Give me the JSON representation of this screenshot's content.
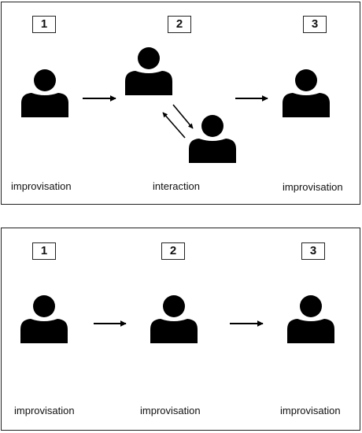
{
  "panels": [
    {
      "steps": [
        "1",
        "2",
        "3"
      ],
      "labels": [
        "improvisation",
        "interaction",
        "improvisation"
      ]
    },
    {
      "steps": [
        "1",
        "2",
        "3"
      ],
      "labels": [
        "improvisation",
        "improvisation",
        "improvisation"
      ]
    }
  ],
  "icons": {
    "person": "person-icon",
    "arrow": "arrow-right-icon"
  },
  "colors": {
    "ink": "#000000",
    "border": "#222222",
    "background": "#ffffff"
  }
}
